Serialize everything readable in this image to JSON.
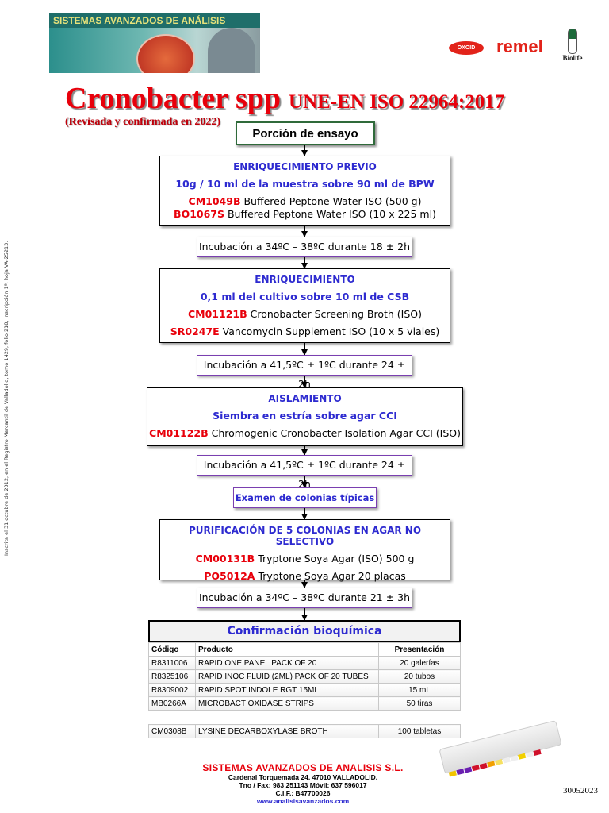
{
  "header": {
    "banner_text": "SISTEMAS AVANZADOS DE ANÁLISIS",
    "logos": [
      "OXOID",
      "remel",
      "Biolife"
    ]
  },
  "title": {
    "main": "Cronobacter spp",
    "standard": "UNE-EN ISO 22964:2017",
    "subtitle": "(Revisada y confirmada en 2022)"
  },
  "side_note": "Inscrita el 31 octubre de 2012, en el Registro Mercantil de Valladolid,  tomo 1429, folio 218, inscripción 1ª, hoja VA-25213.",
  "flow": {
    "start": "Porción de ensayo",
    "pre_enrichment": {
      "heading": "ENRIQUECIMIENTO PREVIO",
      "instruction": "10g / 10 ml de la muestra sobre 90 ml de BPW",
      "products": [
        {
          "code": "CM1049B",
          "name": " Buffered Peptone Water ISO (500 g)"
        },
        {
          "code": "BO1067S",
          "name": " Buffered Peptone Water ISO (10 x 225 ml)"
        }
      ]
    },
    "incubation_1": "Incubación a 34ºC – 38ºC  durante 18 ± 2h",
    "enrichment": {
      "heading": "ENRIQUECIMIENTO",
      "instruction": "0,1 ml del cultivo sobre 10 ml de CSB",
      "products": [
        {
          "code": "CM01121B",
          "name": " Cronobacter Screening Broth (ISO)"
        },
        {
          "code": "SR0247E",
          "name": "  Vancomycin Supplement ISO (10 x 5 viales)"
        }
      ]
    },
    "incubation_2": "Incubación a 41,5ºC ± 1ºC durante 24 ± 2h",
    "isolation": {
      "heading": "AISLAMIENTO",
      "instruction": "Siembra en estría sobre agar CCI",
      "products": [
        {
          "code": "CM01122B",
          "name": "  Chromogenic Cronobacter Isolation Agar CCI (ISO)"
        }
      ]
    },
    "incubation_3": "Incubación a 41,5ºC ± 1ºC durante 24 ± 2h",
    "exam": "Examen de colonias típicas",
    "purification": {
      "heading": "PURIFICACIÓN DE 5 COLONIAS EN AGAR NO SELECTIVO",
      "products": [
        {
          "code": "CM00131B",
          "name": "  Tryptone Soya Agar (ISO) 500 g"
        },
        {
          "code": "PO5012A",
          "name": "  Tryptone Soya Agar 20 placas"
        }
      ]
    },
    "incubation_4": "Incubación a 34ºC – 38ºC  durante 21 ± 3h"
  },
  "confirmation": {
    "heading": "Confirmación bioquímica",
    "columns": [
      "Código",
      "Producto",
      "Presentación"
    ],
    "rows": [
      [
        "R8311006",
        "RAPID ONE PANEL PACK OF 20",
        "20 galerías"
      ],
      [
        "R8325106",
        "RAPID INOC FLUID (2ML) PACK OF 20 TUBES",
        "20 tubos"
      ],
      [
        "R8309002",
        "RAPID SPOT INDOLE RGT 15ML",
        "15 mL"
      ],
      [
        "MB0266A",
        "MICROBACT OXIDASE STRIPS",
        "50 tiras"
      ]
    ],
    "extra_row": [
      "CM0308B",
      "LYSINE DECARBOXYLASE BROTH",
      "100 tabletas"
    ]
  },
  "footer": {
    "company": "SISTEMAS AVANZADOS DE ANALISIS S.L.",
    "address": "Cardenal Torquemada 24. 47010 VALLADOLID.",
    "phone": "Tno / Fax: 983 251143 Móvil: 637 596017",
    "cif": "C.I.F.: B47700026",
    "web": "www.analisisavanzados.com",
    "doc_code": "30052023"
  },
  "colors": {
    "code_red": "#e8000b",
    "heading_blue": "#2d2ad0",
    "incubation_border": "#7a3fb0",
    "start_border": "#2f6a3a"
  }
}
